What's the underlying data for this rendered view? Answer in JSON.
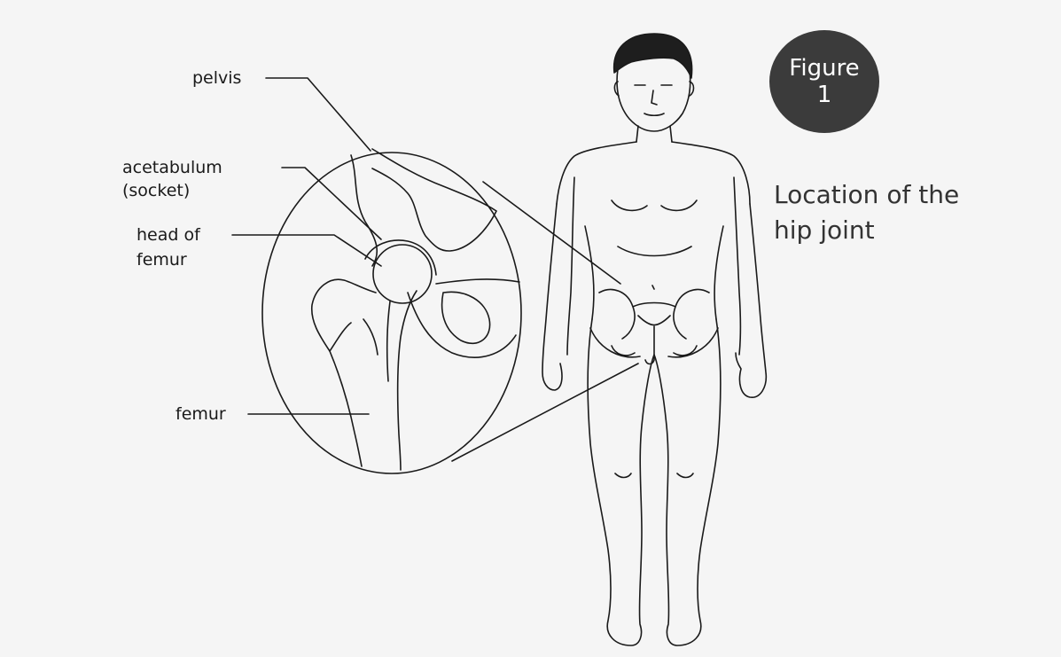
{
  "figure_badge": {
    "line1": "Figure",
    "line2": "1"
  },
  "caption": {
    "line1": "Location of the",
    "line2": "hip joint"
  },
  "labels": {
    "pelvis": "pelvis",
    "acetabulum_line1": "acetabulum",
    "acetabulum_line2": "(socket)",
    "head_line1": "head of",
    "head_line2": "femur",
    "femur": "femur"
  },
  "colors": {
    "ink": "#1a1a1a",
    "badge": "#3b3b3b",
    "background": "#f5f5f5"
  }
}
